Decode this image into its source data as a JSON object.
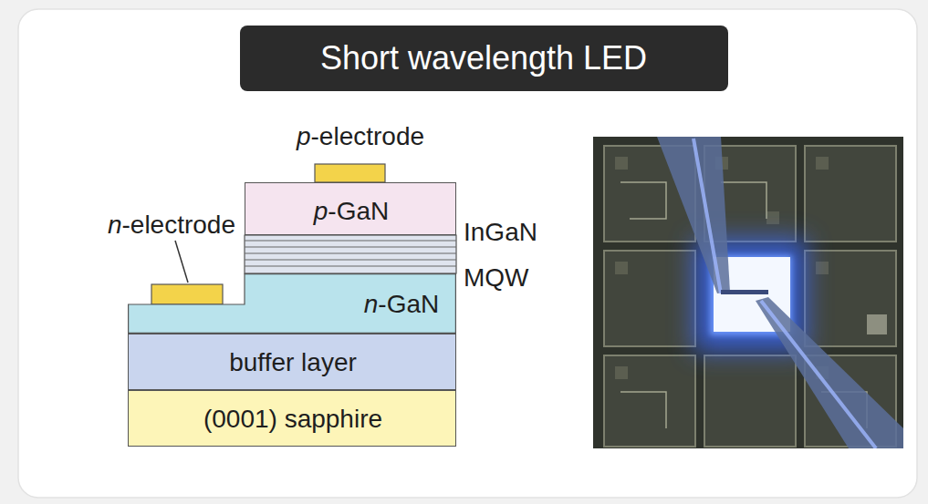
{
  "diagram": {
    "title": "Short wavelength LED",
    "nodes": [
      {
        "text": [
          "p-GaN"
        ]
      },
      {
        "text": [
          "n-GaN"
        ]
      },
      {
        "text": [
          "buffer layer"
        ]
      },
      {
        "text": [
          "(0001) sapphire"
        ]
      }
    ],
    "labels": [
      "p-electrode",
      "n-electrode",
      "InGaN MQW"
    ]
  }
}
